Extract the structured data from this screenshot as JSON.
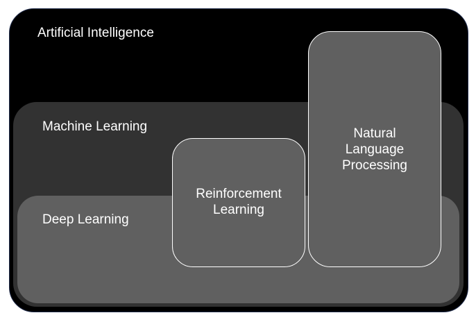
{
  "diagram": {
    "artificial_intelligence": {
      "label": "Artificial Intelligence",
      "color": "#000000"
    },
    "machine_learning": {
      "label": "Machine Learning",
      "color": "#323232"
    },
    "deep_learning": {
      "label": "Deep Learning",
      "color": "#606060"
    },
    "reinforcement_learning": {
      "line1": "Reinforcement",
      "line2": "Learning",
      "color": "#606060"
    },
    "natural_language_processing": {
      "line1": "Natural",
      "line2": "Language",
      "line3": "Processing",
      "color": "#606060"
    },
    "border_color": "#ffffff"
  }
}
